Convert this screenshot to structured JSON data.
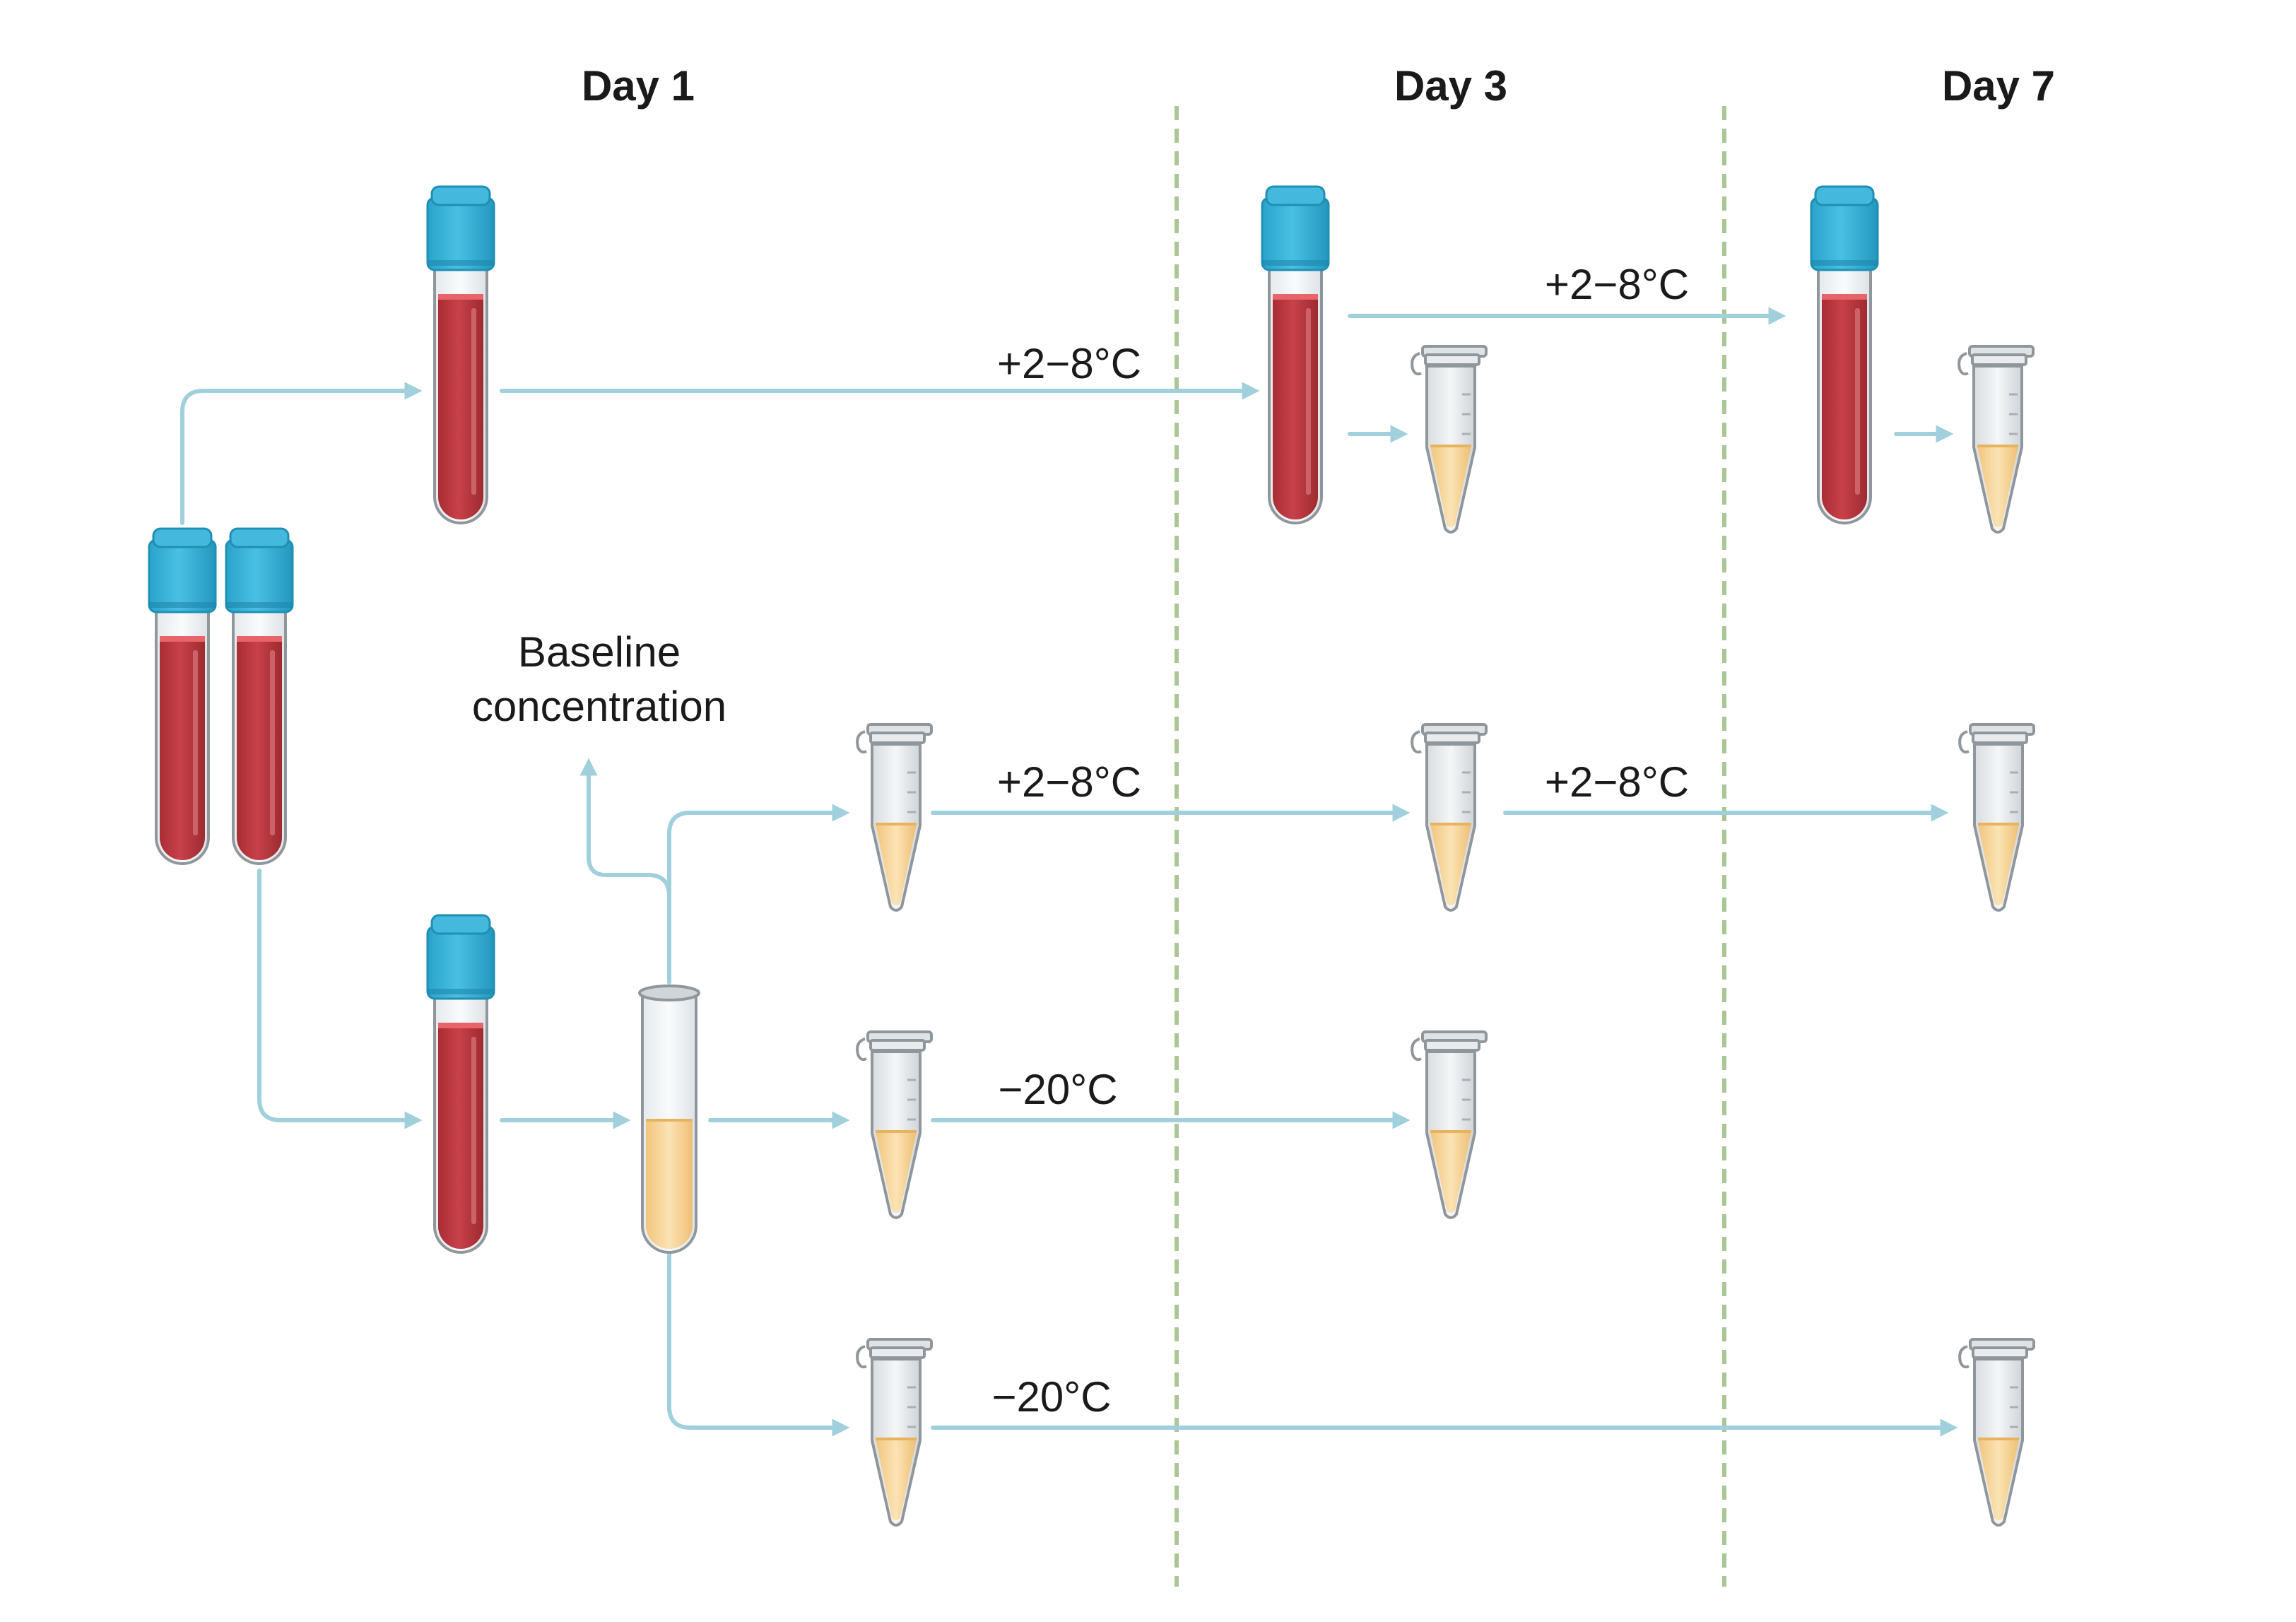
{
  "days": {
    "day1": "Day 1",
    "day3": "Day 3",
    "day7": "Day 7"
  },
  "temps": {
    "row1_day1_to_day3": "+2−8°C",
    "row1_day3_to_day7": "+2−8°C",
    "row2_day1_to_day3": "+2−8°C",
    "row2_day3_to_day7": "+2−8°C",
    "row3_day1_to_day3": "−20°C",
    "row4_day1_to_day7": "−20°C"
  },
  "baseline": {
    "line1": "Baseline",
    "line2": "concentration"
  },
  "colors": {
    "arrow": "#9fd0dc",
    "divider": "#a9c695",
    "cap": "#3cb4d8",
    "blood": "#c0393e",
    "plasma": "#f6d79c"
  }
}
